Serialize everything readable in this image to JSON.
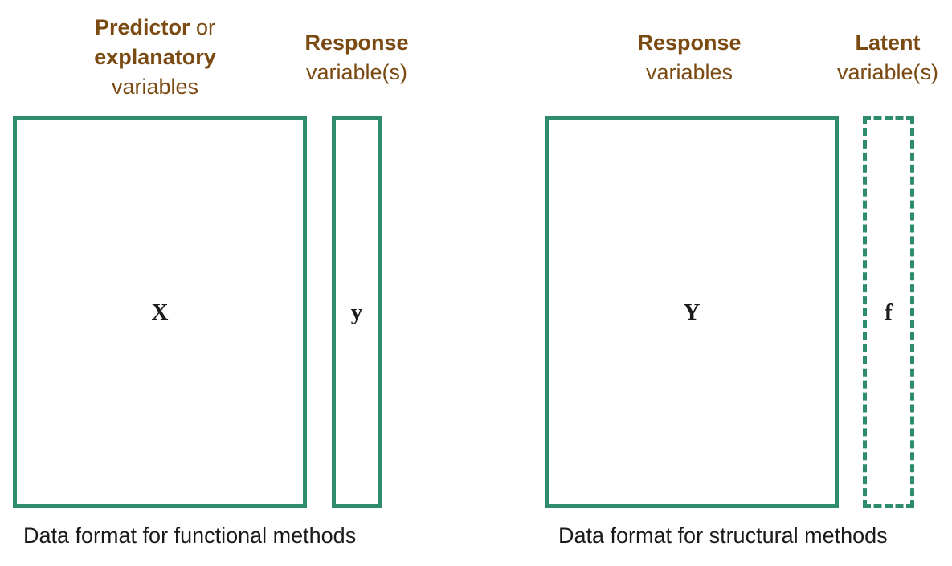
{
  "left_panel": {
    "predictor_header": {
      "line1_bold": "Predictor",
      "line1_rest": " or",
      "line2_bold": "explanatory",
      "line3": "variables"
    },
    "response_header": {
      "line1_bold": "Response",
      "line2": "variable(s)"
    },
    "matrix_symbol": "X",
    "vector_symbol": "y",
    "caption": "Data format for functional methods"
  },
  "right_panel": {
    "response_header": {
      "line1_bold": "Response",
      "line2": "variables"
    },
    "latent_header": {
      "line1_bold": "Latent",
      "line2": "variable(s)"
    },
    "matrix_symbol": "Y",
    "vector_symbol": "f",
    "caption": "Data format for structural methods"
  },
  "colors": {
    "label_brown": "#7a4a12",
    "box_green": "#2e8b6b",
    "text_dark": "#1a1a1a"
  }
}
